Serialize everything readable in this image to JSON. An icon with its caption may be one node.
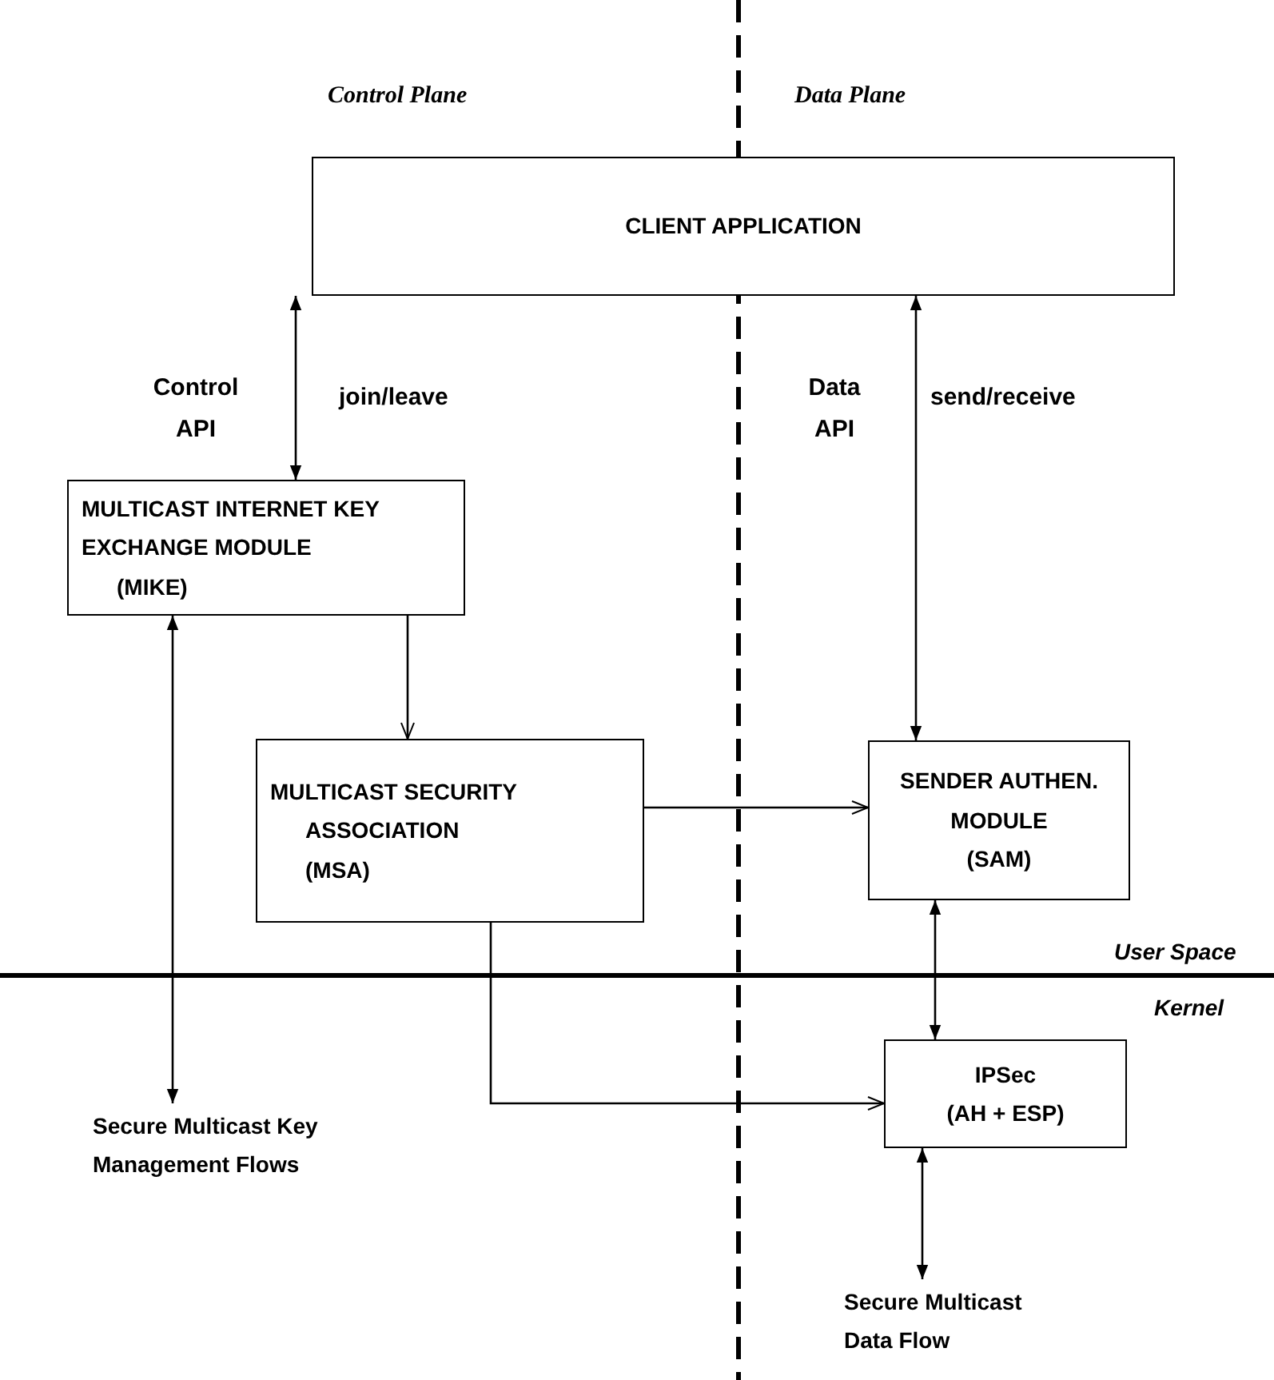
{
  "diagram": {
    "nodes": [
      {
        "text": [
          "CLIENT  APPLICATION"
        ]
      },
      {
        "text": [
          "MULTICAST INTERNET KEY EXCHANGE MODULE",
          "(MIKE)"
        ]
      },
      {
        "text": [
          "MULTICAST SECURITY ASSOCIATION",
          "(MSA)"
        ]
      },
      {
        "text": [
          "SENDER AUTHEN. MODULE",
          "(SAM)"
        ]
      },
      {
        "text": [
          "IPSec",
          "(AH + ESP)"
        ]
      },
      {
        "text": [
          "Secure Multicast Key Management Flows"
        ]
      },
      {
        "text": [
          "Secure Multicast Data Flow"
        ]
      }
    ],
    "edges": [
      {
        "from": 0,
        "to": 1,
        "arrow": "both",
        "label": "join/leave"
      },
      {
        "from": 0,
        "to": 3,
        "arrow": "both",
        "label": "send/receive"
      },
      {
        "from": 1,
        "to": 2,
        "arrow": "to"
      },
      {
        "from": 2,
        "to": 3,
        "arrow": "to"
      },
      {
        "from": 1,
        "to": 5,
        "arrow": "both"
      },
      {
        "from": 3,
        "to": 4,
        "arrow": "both"
      },
      {
        "from": 2,
        "to": 4,
        "arrow": "to"
      },
      {
        "from": 4,
        "to": 6,
        "arrow": "both"
      }
    ],
    "labels": [
      "Control Plane",
      "Data Plane",
      "Control API",
      "Data API",
      "User Space",
      "Kernel"
    ]
  }
}
